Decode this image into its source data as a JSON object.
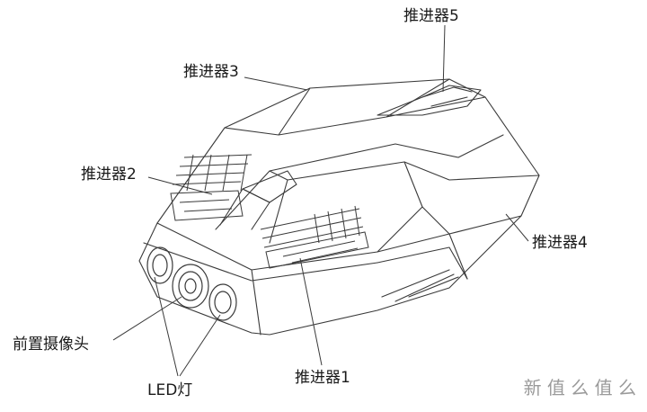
{
  "labels": {
    "thruster5": "推进器5",
    "thruster3": "推进器3",
    "thruster2": "推进器2",
    "thruster4": "推进器4",
    "thruster1": "推进器1",
    "front_camera": "前置摄像头",
    "led_light": "LED灯"
  },
  "watermark": "新 值 么 值 么"
}
